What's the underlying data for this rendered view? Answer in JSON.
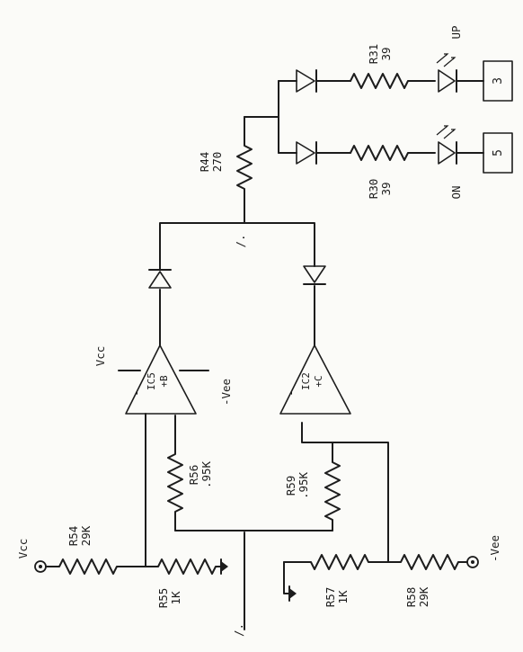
{
  "labels": {
    "vcc_terminal": "Vcc",
    "vee_terminal": "-Vee",
    "r54_name": "R54",
    "r54_value": "29K",
    "r55_name": "R55",
    "r55_value": "1K",
    "r56_name": "R56",
    "r56_value": ".95K",
    "r57_name": "R57",
    "r57_value": "1K",
    "r58_name": "R58",
    "r58_value": "29K",
    "r59_name": "R59",
    "r59_value": ".95K",
    "r44_name": "R44",
    "r44_value": "270",
    "r30_name": "R30",
    "r30_value": "39",
    "r31_name": "R31",
    "r31_value": "39",
    "ic5_vcc": "Vcc",
    "ic5_vee": "-Vee",
    "ic5_minus": "-",
    "ic5_name": "IC5",
    "ic5_part": "+B",
    "ic2_minus": "-",
    "ic2_name": "IC2",
    "ic2_part": "+C",
    "input_mark": "/.",
    "output_mark": "/.",
    "led_up_label": "UP",
    "led_on_label": "ON",
    "box_up": "3",
    "box_on": "5"
  }
}
